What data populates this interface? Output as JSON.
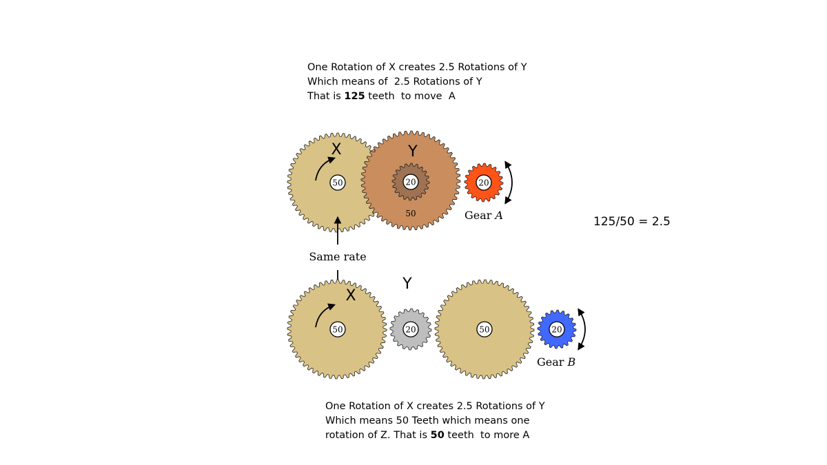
{
  "top_note": {
    "line1": "One Rotation of X creates 2.5 Rotations of Y",
    "line2": "Which means of  2.5 Rotations of Y",
    "line3_prefix": "That is ",
    "line3_bold": "125",
    "line3_suffix": " teeth  to move  A"
  },
  "bottom_note": {
    "line1": "One Rotation of X creates 2.5 Rotations of Y",
    "line2": "Which means 50 Teeth which means one",
    "line3_prefix": "rotation of Z. That is ",
    "line3_bold": "50",
    "line3_suffix": " teeth  to more A"
  },
  "equation": "125/50 = 2.5",
  "diagram": {
    "same_rate": "Same rate",
    "top": {
      "x_letter": "X",
      "y_letter": "Y",
      "x_teeth": "50",
      "y_inner_teeth": "20",
      "y_outer_teeth": "50",
      "a_teeth": "20",
      "gear_a_prefix": "Gear ",
      "gear_a_letter": "A"
    },
    "bottom": {
      "x_letter": "X",
      "y_letter": "Y",
      "x_teeth": "50",
      "y_teeth": "20",
      "third_teeth": "50",
      "b_teeth": "20",
      "gear_b_prefix": "Gear ",
      "gear_b_letter": "B"
    },
    "colors": {
      "tan": "#d9c286",
      "brown": "#c98d5e",
      "dark_brown": "#9e7252",
      "orange": "#ff5417",
      "gray": "#bebebe",
      "blue": "#4169ff"
    }
  }
}
